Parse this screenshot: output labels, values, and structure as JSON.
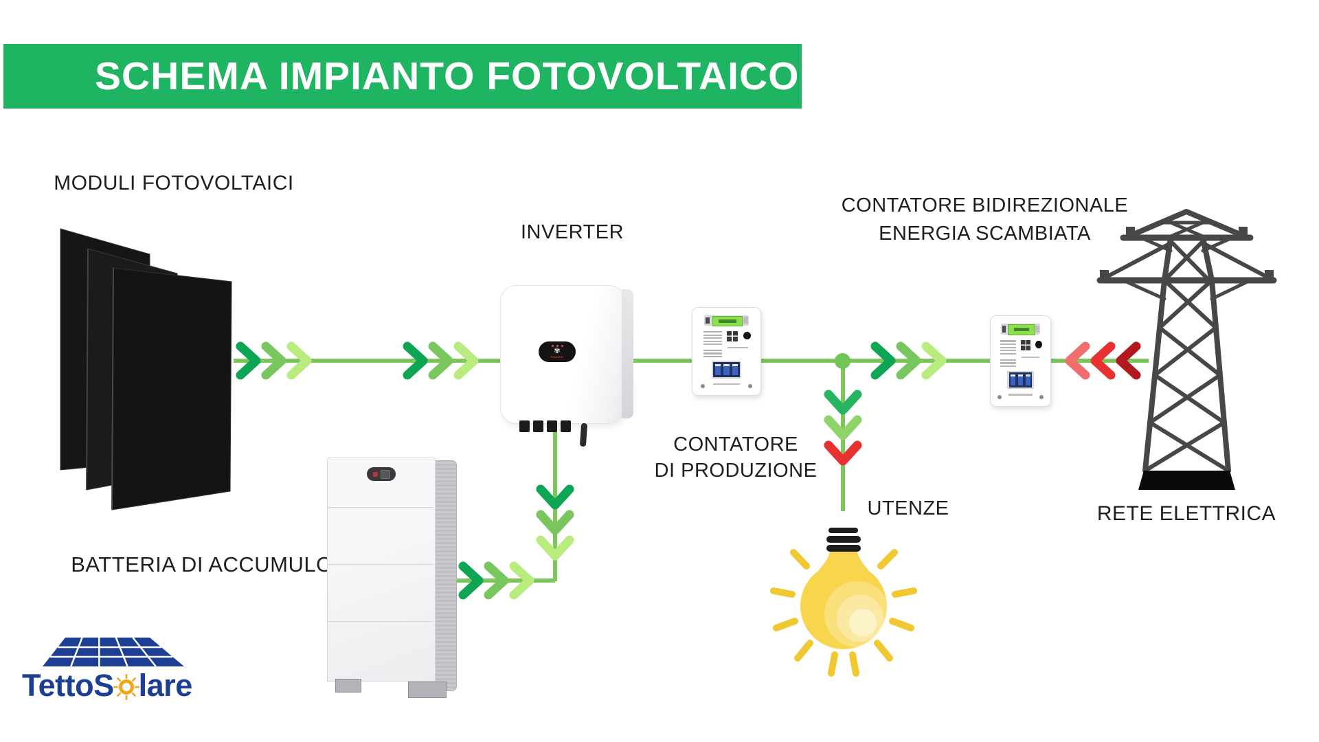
{
  "banner": {
    "title": "SCHEMA IMPIANTO FOTOVOLTAICO",
    "background": "#1eb462",
    "text_color": "#ffffff"
  },
  "diagram": {
    "labels": {
      "modules": "MODULI FOTOVOLTAICI",
      "inverter": "INVERTER",
      "battery": "BATTERIA DI ACCUMULO",
      "production_meter_line1": "CONTATORE",
      "production_meter_line2": "DI PRODUZIONE",
      "exchange_meter_line1": "CONTATORE BIDIREZIONALE",
      "exchange_meter_line2": "ENERGIA SCAMBIATA",
      "loads": "UTENZE",
      "grid": "RETE ELETTRICA"
    },
    "flow_colors": {
      "line": "#7cc65b",
      "green_dark": "#0ea654",
      "green_mid": "#79c55e",
      "green_light": "#b9ec7e",
      "red_light": "#f26d6d",
      "red_mid": "#e73231",
      "red_dark": "#b2181d"
    },
    "bulb_yellow": "#f7d64e",
    "ray_yellow": "#f0c832",
    "tower_gray": "#474747"
  },
  "logo": {
    "brand": "TettoSolare",
    "prefix": "TettoS",
    "suffix": "lare",
    "text_color": "#1c3f94",
    "sun_color": "#efa81c"
  }
}
